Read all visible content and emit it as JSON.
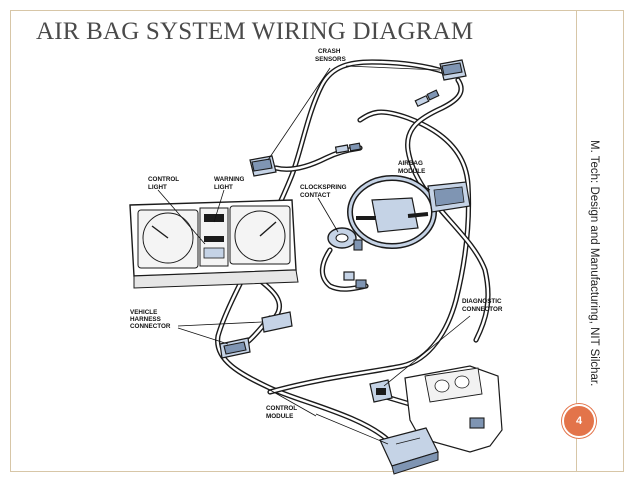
{
  "slide": {
    "title": "AIR BAG SYSTEM WIRING DIAGRAM",
    "side_text": "M. Tech: Design and Manufacturing, NIT Silchar.",
    "page_number": "4"
  },
  "diagram": {
    "labels": {
      "crash_sensors": [
        "CRASH",
        "SENSORS"
      ],
      "airbag_module": [
        "AIRBAG",
        "MODULE"
      ],
      "control_light": [
        "CONTROL",
        "LIGHT"
      ],
      "warning_light": [
        "WARNING",
        "LIGHT"
      ],
      "clockspring_contact": [
        "CLOCKSPRING",
        "CONTACT"
      ],
      "vehicle_harness_connector": [
        "VEHICLE",
        "HARNESS",
        "CONNECTOR"
      ],
      "diagnostic_connector": [
        "DIAGNOSTIC",
        "CONNECTOR"
      ],
      "control_module": [
        "CONTROL",
        "MODULE"
      ]
    }
  },
  "colors": {
    "accent": "#e3744a",
    "frame": "#d7c6a7",
    "component_fill": "#c5d3e6"
  }
}
